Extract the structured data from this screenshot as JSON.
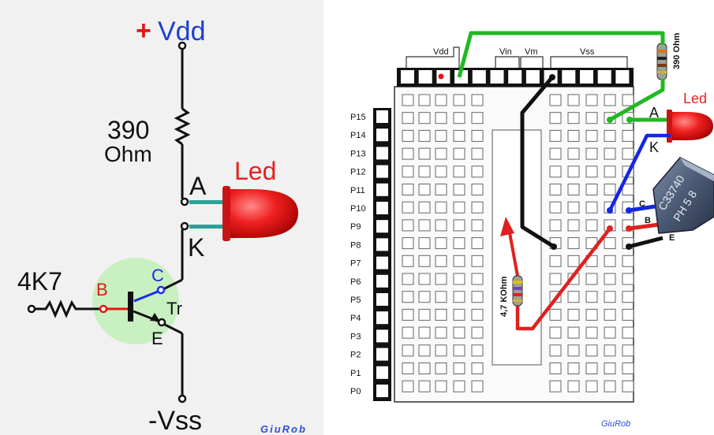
{
  "schematic": {
    "plus_sign": "+",
    "vdd": "Vdd",
    "resistor_value": "390",
    "resistor_unit": "Ohm",
    "anode": "A",
    "cathode": "K",
    "led": "Led",
    "base_resistor": "4K7",
    "base": "B",
    "collector": "C",
    "emitter": "E",
    "transistor": "Tr",
    "vss": "-Vss",
    "credit": "GiuRob"
  },
  "breadboard": {
    "header_labels": [
      "Vdd",
      "Vin",
      "Vm",
      "Vss"
    ],
    "pins": [
      "P15",
      "P14",
      "P13",
      "P12",
      "P11",
      "P10",
      "P9",
      "P8",
      "P7",
      "P6",
      "P5",
      "P4",
      "P3",
      "P2",
      "P1",
      "P0"
    ],
    "top_resistor": "390 Ohm",
    "bottom_resistor": "4,7 KOhm",
    "led": "Led",
    "anode": "A",
    "cathode": "K",
    "transistor_marking_1": "C33740",
    "transistor_marking_2": "PH 5 8",
    "collector": "C",
    "base": "B",
    "emitter": "E",
    "credit": "GiuRob"
  },
  "colors": {
    "vdd_blue": "#1f3fcf",
    "base_red": "#e01818",
    "collector_blue": "#1730e8",
    "led_red": "#e82020",
    "wire_green": "#22b822",
    "wire_black": "#111111",
    "wire_blue": "#1428e0",
    "wire_red": "#e02020",
    "highlight_green": "#c9f0c0",
    "credit_blue": "#2a4fd8"
  }
}
